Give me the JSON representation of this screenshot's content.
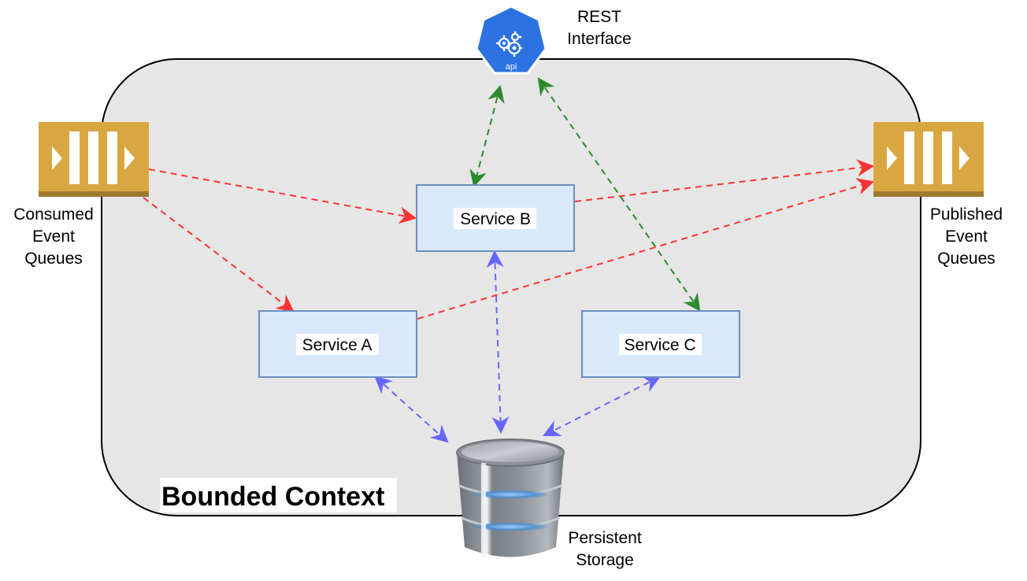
{
  "diagram": {
    "title": "Bounded Context",
    "colors": {
      "context_fill": "#e6e6e6",
      "context_stroke": "#000000",
      "service_fill": "#dae8fc",
      "service_stroke": "#6c8ebf",
      "queue_fill": "#d9a741",
      "queue_shadow": "#9e7932",
      "api_fill": "#2c72e0",
      "event_flow": "#ff3333",
      "rest_flow": "#2d8a2d",
      "storage_flow": "#6666ff"
    },
    "services": [
      {
        "id": "service-a",
        "label": "Service A"
      },
      {
        "id": "service-b",
        "label": "Service B"
      },
      {
        "id": "service-c",
        "label": "Service C"
      }
    ],
    "rest_interface": {
      "icon": "api-gears-icon",
      "icon_text": "api",
      "label_line1": "REST",
      "label_line2": "Interface"
    },
    "consumed_queues": {
      "icon": "queue-icon",
      "label_line1": "Consumed",
      "label_line2": "Event",
      "label_line3": "Queues"
    },
    "published_queues": {
      "icon": "queue-icon",
      "label_line1": "Published",
      "label_line2": "Event",
      "label_line3": "Queues"
    },
    "storage": {
      "icon": "database-icon",
      "label_line1": "Persistent",
      "label_line2": "Storage"
    },
    "edges": [
      {
        "from": "consumed-queues",
        "to": "service-b",
        "kind": "event",
        "direction": "one-way"
      },
      {
        "from": "consumed-queues",
        "to": "service-a",
        "kind": "event",
        "direction": "one-way"
      },
      {
        "from": "service-b",
        "to": "published-queues",
        "kind": "event",
        "direction": "one-way"
      },
      {
        "from": "service-a",
        "to": "published-queues",
        "kind": "event",
        "direction": "one-way"
      },
      {
        "from": "rest-interface",
        "to": "service-b",
        "kind": "rest",
        "direction": "two-way"
      },
      {
        "from": "rest-interface",
        "to": "service-c",
        "kind": "rest",
        "direction": "two-way"
      },
      {
        "from": "service-a",
        "to": "persistent-storage",
        "kind": "storage",
        "direction": "two-way"
      },
      {
        "from": "service-b",
        "to": "persistent-storage",
        "kind": "storage",
        "direction": "two-way"
      },
      {
        "from": "service-c",
        "to": "persistent-storage",
        "kind": "storage",
        "direction": "two-way"
      }
    ]
  }
}
